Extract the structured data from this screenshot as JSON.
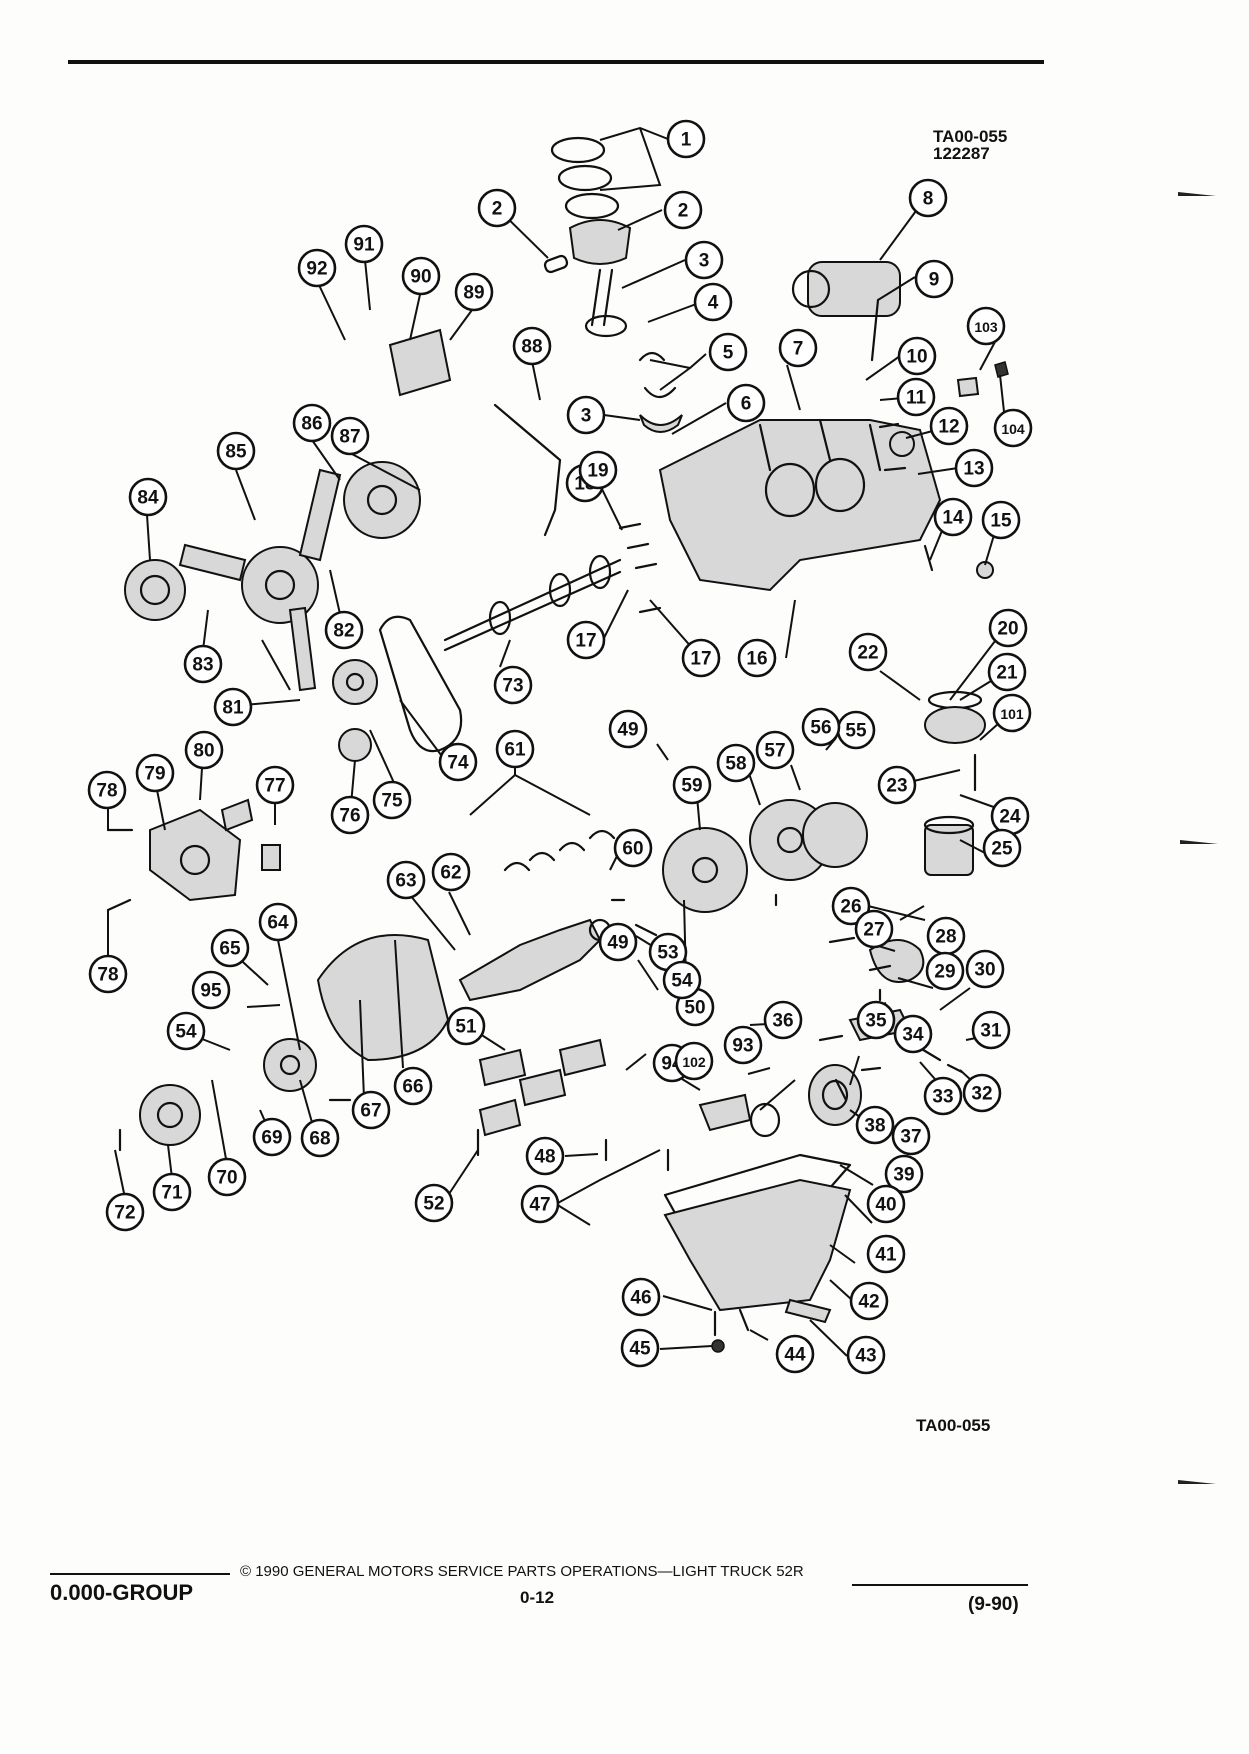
{
  "figure_ref_top": [
    "TA00-055",
    "122287"
  ],
  "figure_ref_bottom": "TA00-055",
  "callouts": [
    "1",
    "2",
    "2",
    "3",
    "4",
    "5",
    "3",
    "6",
    "7",
    "8",
    "9",
    "10",
    "103",
    "11",
    "12",
    "104",
    "13",
    "14",
    "15",
    "16",
    "17",
    "17",
    "18",
    "19",
    "20",
    "21",
    "22",
    "101",
    "23",
    "24",
    "25",
    "26",
    "27",
    "28",
    "29",
    "30",
    "31",
    "32",
    "33",
    "34",
    "35",
    "36",
    "37",
    "38",
    "39",
    "40",
    "41",
    "42",
    "43",
    "44",
    "45",
    "46",
    "47",
    "48",
    "49",
    "49",
    "50",
    "51",
    "52",
    "53",
    "54",
    "54",
    "55",
    "56",
    "57",
    "58",
    "59",
    "60",
    "61",
    "62",
    "63",
    "64",
    "65",
    "66",
    "67",
    "68",
    "69",
    "70",
    "71",
    "72",
    "73",
    "74",
    "75",
    "76",
    "77",
    "78",
    "78",
    "79",
    "80",
    "81",
    "82",
    "83",
    "84",
    "85",
    "86",
    "87",
    "88",
    "89",
    "90",
    "91",
    "92",
    "93",
    "94",
    "95",
    "102"
  ],
  "footer": {
    "copyright": "©  1990  GENERAL MOTORS SERVICE PARTS OPERATIONS—LIGHT TRUCK 52R",
    "group": "0.000-GROUP",
    "page": "0-12",
    "date": "(9-90)"
  }
}
